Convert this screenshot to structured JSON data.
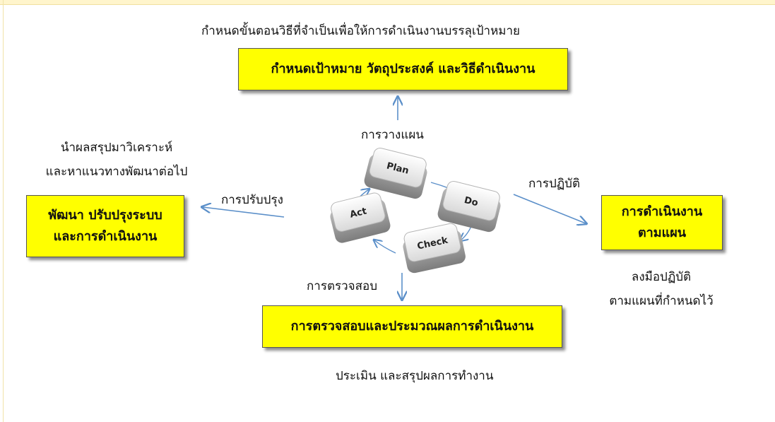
{
  "top_caption": "กำหนดขั้นตอนวิธีที่จำเป็นเพื่อให้การดำเนินงานบรรลุเป้าหมาย",
  "plan_box": "กำหนดเป้าหมาย วัตถุประสงค์ และวิธีดำเนินงาน",
  "plan_label": "การวางแผน",
  "act_caption": [
    "นำผลสรุปมาวิเคราะห์",
    "และหาแนวทางพัฒนาต่อไป"
  ],
  "act_label": "การปรับปรุง",
  "act_box": [
    "พัฒนา ปรับปรุงระบบ",
    "และการดำเนินงาน"
  ],
  "do_label": "การปฏิบัติ",
  "do_box": [
    "การดำเนินงาน",
    "ตามแผน"
  ],
  "do_caption": [
    "ลงมือปฏิบัติ",
    "ตามแผนที่กำหนดไว้"
  ],
  "check_label": "การตรวจสอบ",
  "check_box": "การตรวจสอบและประมวณผลการดำเนินงาน",
  "bottom_caption": "ประเมิน และสรุปผลการทำงาน",
  "keys": {
    "plan": "Plan",
    "do": "Do",
    "check": "Check",
    "act": "Act"
  },
  "colors": {
    "box_fill": "#ffff00",
    "arrow": "#5b8fc9",
    "key_top": "#f2f2f2",
    "key_side": "#9a9a9a"
  }
}
